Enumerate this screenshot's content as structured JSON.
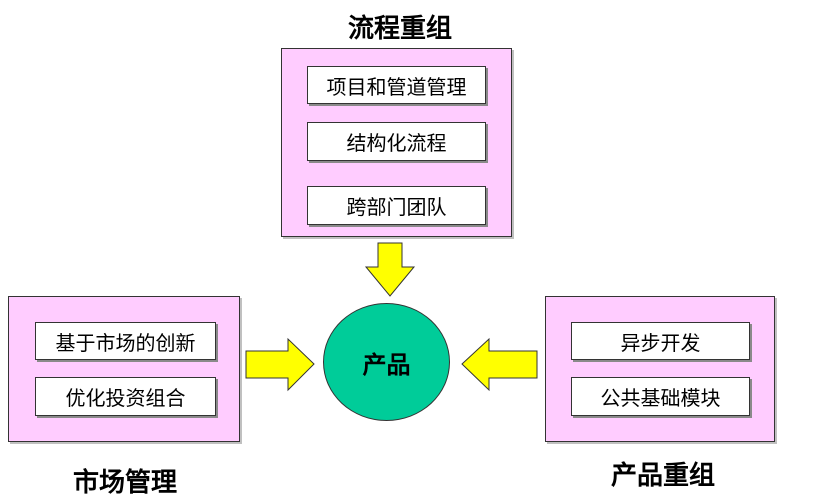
{
  "center": {
    "label": "产品"
  },
  "groups": {
    "top": {
      "title": "流程重组",
      "items": [
        "项目和管道管理",
        "结构化流程",
        "跨部门团队"
      ]
    },
    "left": {
      "title": "市场管理",
      "items": [
        "基于市场的创新",
        "优化投资组合"
      ]
    },
    "right": {
      "title": "产品重组",
      "items": [
        "异步开发",
        "公共基础模块"
      ]
    }
  },
  "colors": {
    "group_fill": "#ffccff",
    "center_fill": "#00cc99",
    "arrow_fill": "#ffff00"
  }
}
